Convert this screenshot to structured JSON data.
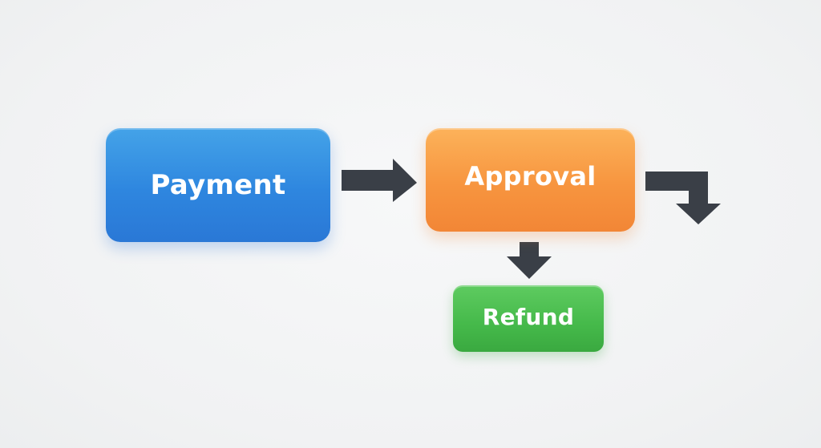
{
  "diagram": {
    "nodes": {
      "payment": {
        "label": "Payment",
        "color": "#2e86df"
      },
      "approval": {
        "label": "Approval",
        "color": "#f7953f"
      },
      "refund": {
        "label": "Refund",
        "color": "#45b94a"
      }
    },
    "edges": [
      {
        "from": "Payment",
        "to": "Approval"
      },
      {
        "from": "Approval",
        "to": "Refund"
      },
      {
        "from": "Approval",
        "to": ""
      }
    ],
    "arrow_color": "#3a3f47"
  }
}
